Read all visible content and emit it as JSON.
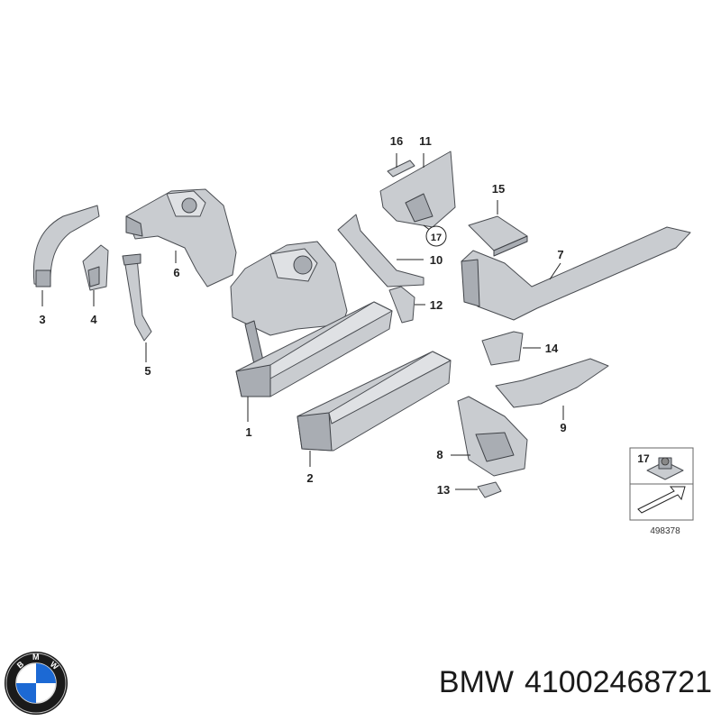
{
  "callouts": {
    "c1": "1",
    "c2": "2",
    "c3": "3",
    "c4": "4",
    "c5": "5",
    "c6": "6",
    "c7": "7",
    "c8": "8",
    "c9": "9",
    "c10": "10",
    "c11": "11",
    "c12": "12",
    "c13": "13",
    "c14": "14",
    "c15": "15",
    "c16": "16",
    "c17": "17"
  },
  "inset": {
    "label": "17",
    "ref_number": "498378"
  },
  "caption": {
    "brand": "BMW",
    "part_number": "41002468721"
  },
  "colors": {
    "metal": "#c9ccd0",
    "outline": "#4a4d52",
    "bmw_blue": "#1c69d4"
  },
  "logo": {
    "name": "bmw-roundel",
    "letters": "BMW"
  }
}
